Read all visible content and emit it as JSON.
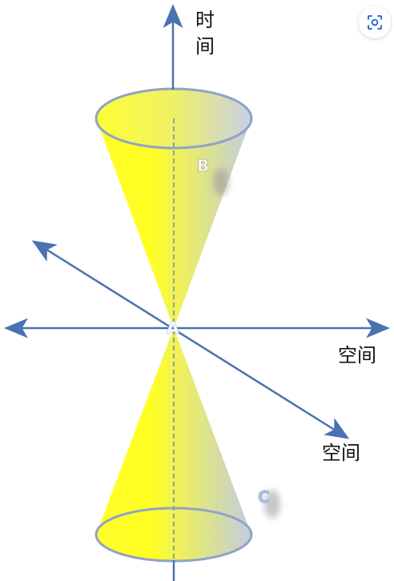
{
  "labels": {
    "time_line1": "时",
    "time_line2": "间",
    "space_horizontal": "空间",
    "space_diagonal": "空间",
    "point_a": "A",
    "point_b": "B",
    "point_c": "C"
  },
  "icons": {
    "lens": "visual-search-icon"
  },
  "colors": {
    "axis": "#4a72b0",
    "cone_yellow": "#ffff22",
    "cone_rim": "#8fa3c9",
    "label_b": "#ffffff",
    "label_c": "#a7c4ea"
  }
}
